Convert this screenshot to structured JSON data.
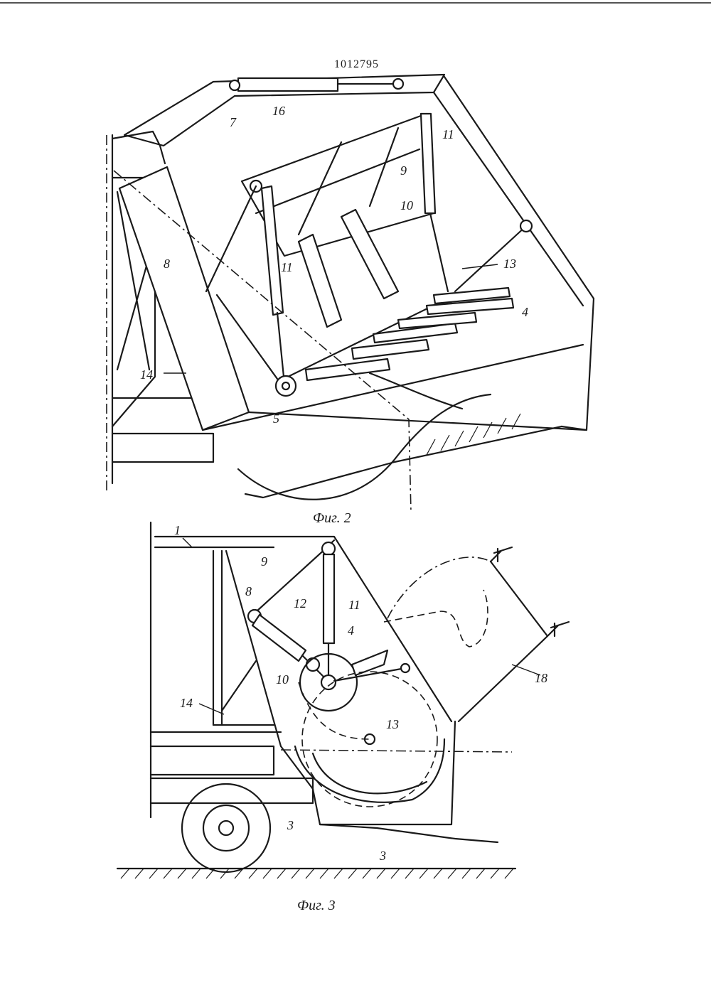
{
  "document": {
    "number": "1012795",
    "accent_color": "#1a1a1a"
  },
  "figure2": {
    "caption": "Фиг. 2",
    "labels": {
      "l16": "16",
      "l7": "7",
      "l11a": "11",
      "l9": "9",
      "l10": "10",
      "l8": "8",
      "l11b": "11",
      "l13": "13",
      "l4": "4",
      "l14": "14",
      "l5": "5"
    }
  },
  "figure3": {
    "caption": "Фиг. 3",
    "labels": {
      "l1": "1",
      "l9": "9",
      "l8": "8",
      "l12": "12",
      "l11": "11",
      "l4": "4",
      "l10": "10",
      "l13": "13",
      "l14": "14",
      "l18": "18",
      "l3a": "3",
      "l3b": "3"
    }
  }
}
